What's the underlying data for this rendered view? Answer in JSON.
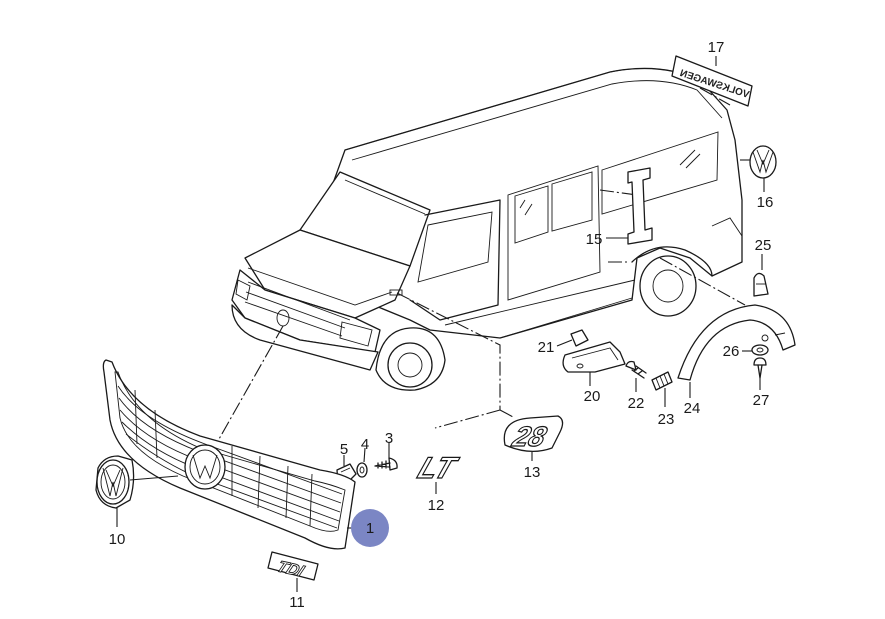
{
  "callouts": [
    {
      "id": "1",
      "label": "1",
      "highlighted": true
    },
    {
      "id": "3",
      "label": "3"
    },
    {
      "id": "4",
      "label": "4"
    },
    {
      "id": "5",
      "label": "5"
    },
    {
      "id": "10",
      "label": "10"
    },
    {
      "id": "11",
      "label": "11"
    },
    {
      "id": "12",
      "label": "12"
    },
    {
      "id": "13",
      "label": "13"
    },
    {
      "id": "15",
      "label": "15"
    },
    {
      "id": "16",
      "label": "16"
    },
    {
      "id": "17",
      "label": "17"
    },
    {
      "id": "20",
      "label": "20"
    },
    {
      "id": "21",
      "label": "21"
    },
    {
      "id": "22",
      "label": "22"
    },
    {
      "id": "23",
      "label": "23"
    },
    {
      "id": "24",
      "label": "24"
    },
    {
      "id": "25",
      "label": "25"
    },
    {
      "id": "26",
      "label": "26"
    },
    {
      "id": "27",
      "label": "27"
    }
  ],
  "emblems": {
    "model_lt": "LT",
    "model_28": "28",
    "engine_tdi": "TDI",
    "brand_lettering": "VOLKSWAGEN",
    "side_badge": "I"
  },
  "colors": {
    "highlight_badge": "#7b86c4",
    "line": "#1a1a1a"
  }
}
